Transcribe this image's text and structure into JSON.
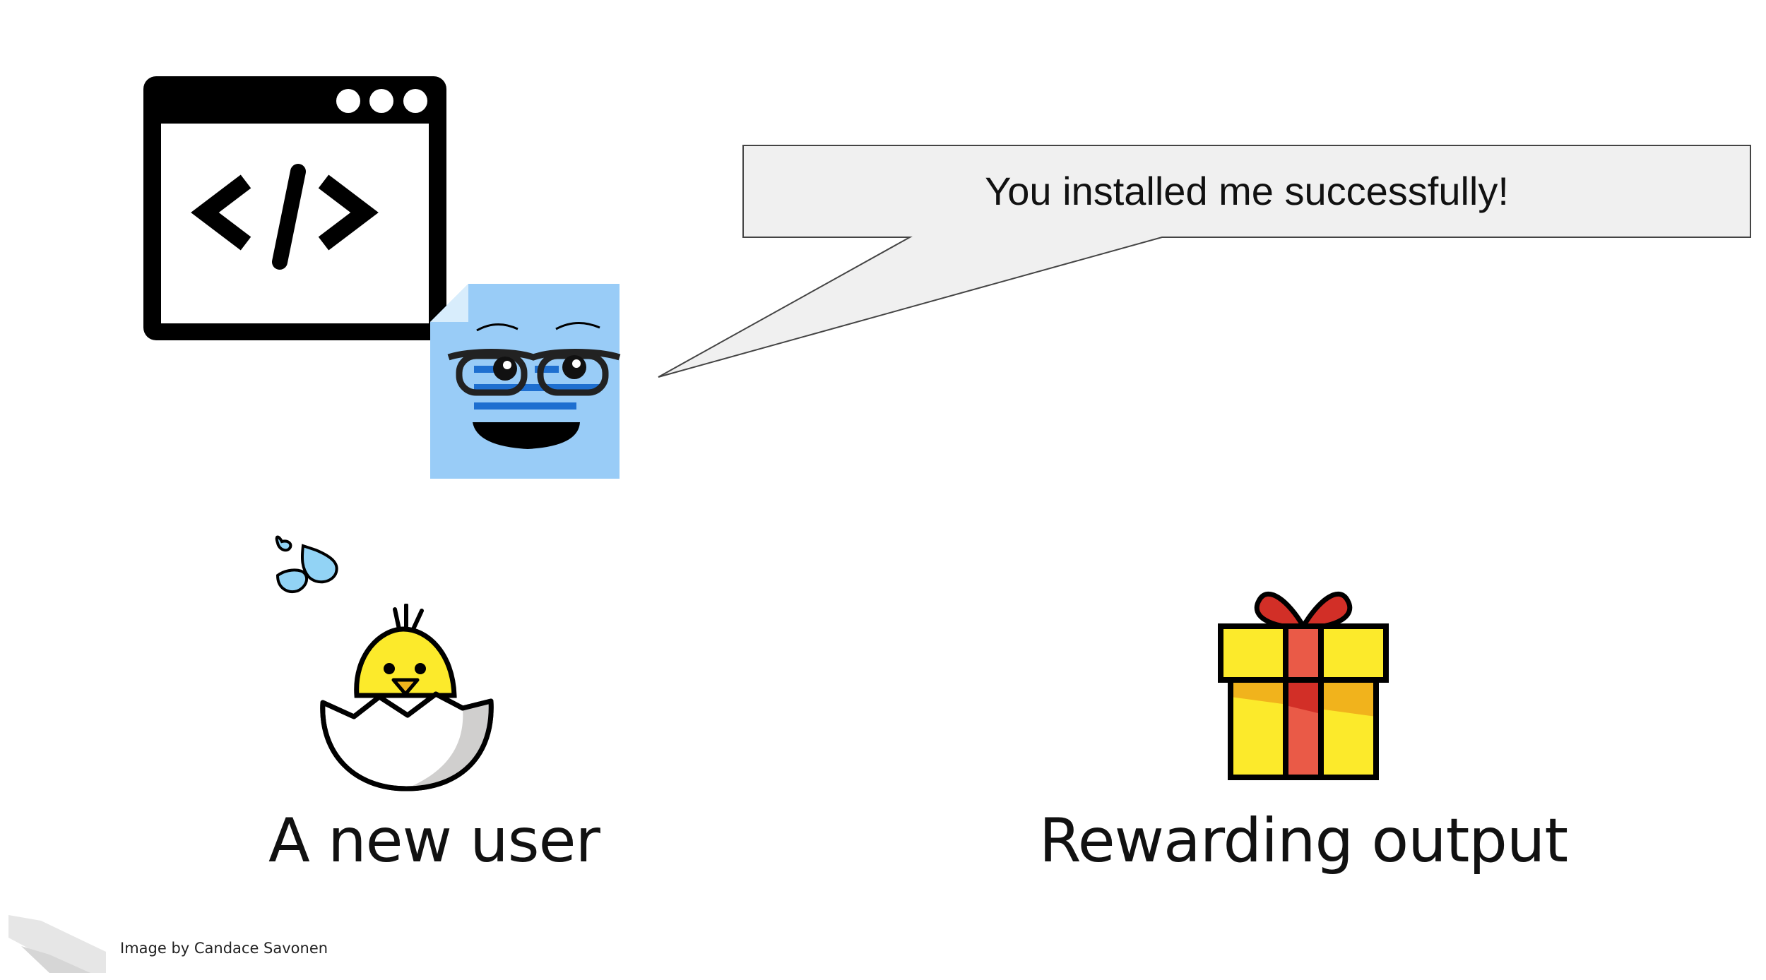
{
  "speech_bubble": {
    "text": "You installed me successfully!",
    "fill": "#f0f0f0"
  },
  "labels": {
    "new_user": "A new user",
    "rewarding_output": "Rewarding output"
  },
  "credit": {
    "text": "Image by Candace Savonen"
  },
  "icons": {
    "code_window": "code-window-icon",
    "document": "document-character-icon",
    "chick": "hatching-chick-icon",
    "sweat_drops": "sweat-droplets-icon",
    "gift": "gift-box-icon"
  },
  "colors": {
    "doc_blue": "#99ccf7",
    "chick_yellow": "#fcea2b",
    "gift_red": "#ea5a47",
    "ribbon_red": "#d22f27",
    "droplet_blue": "#92d3f5"
  }
}
